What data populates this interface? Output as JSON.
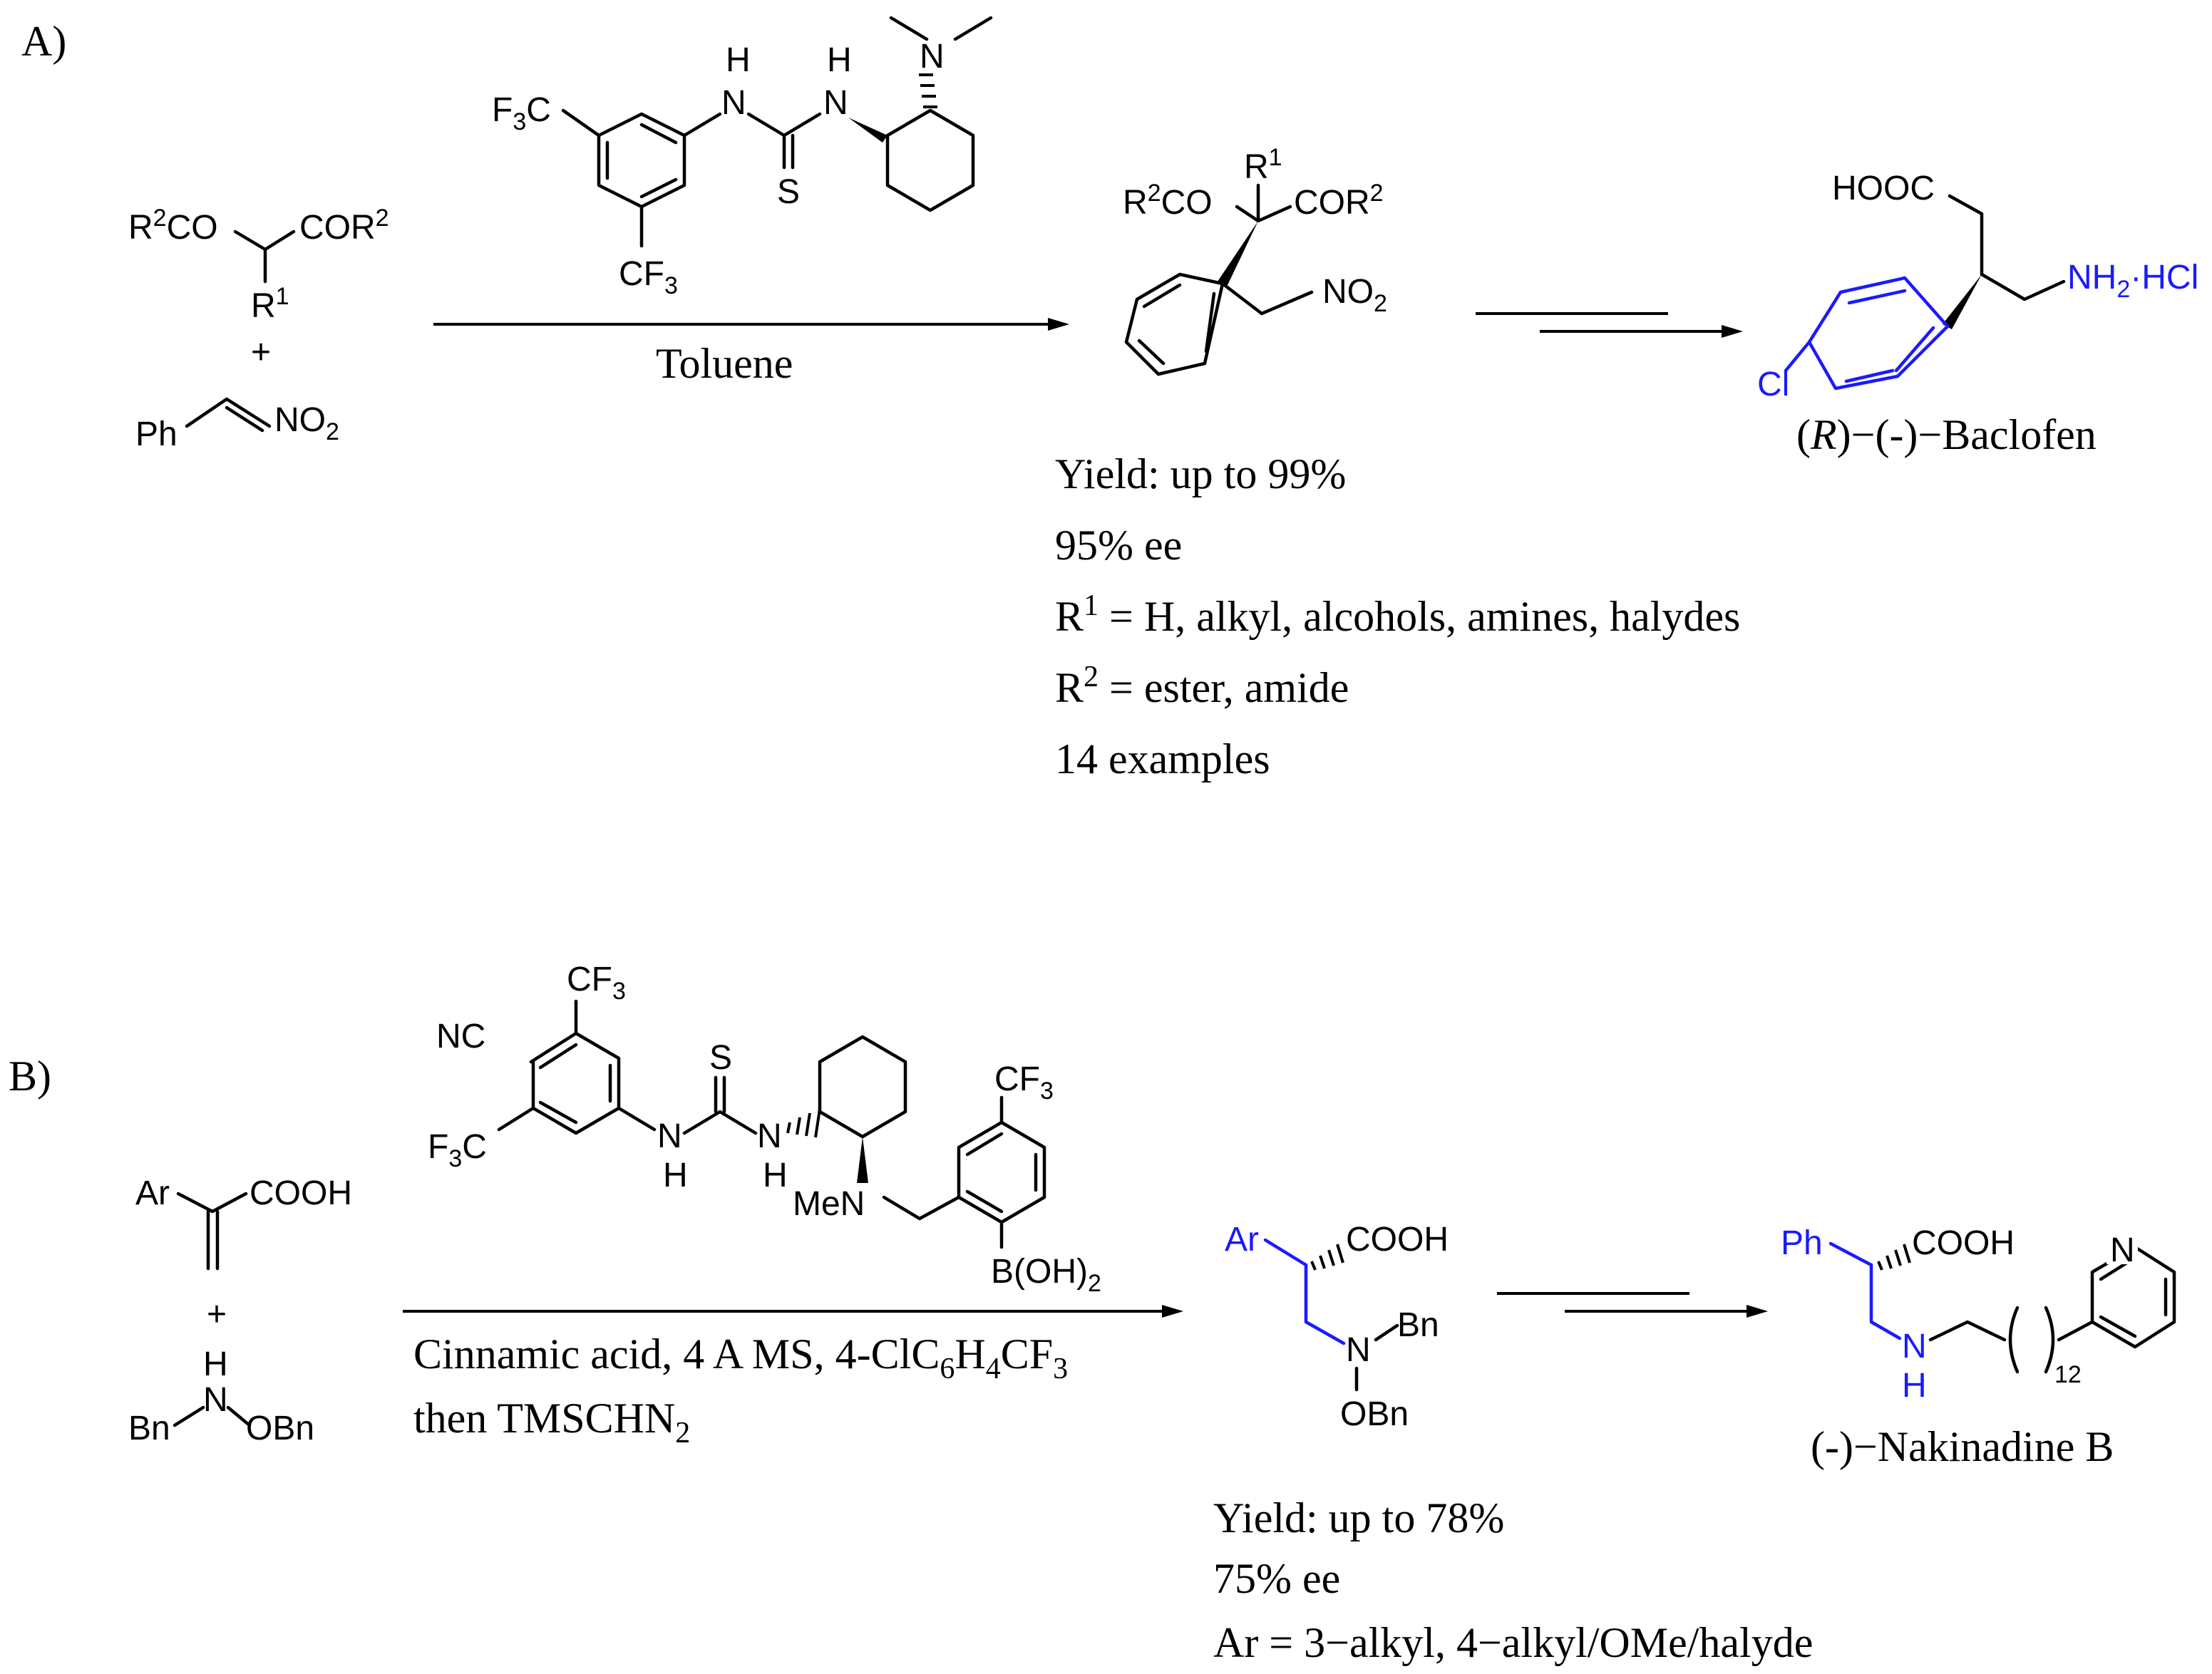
{
  "panel_a": {
    "label": "A)",
    "reactant1": {
      "left": "R",
      "left_sup": "2",
      "left_tail": "CO",
      "right": "COR",
      "right_sup": "2",
      "sub": "R",
      "sub_sup": "1"
    },
    "plus": "+",
    "reactant2": {
      "left": "Ph",
      "right": "NO",
      "right_sub": "2"
    },
    "catalyst": {
      "cf3_top": "F",
      "cf3_top_sub": "3",
      "cf3_top_tail": "C",
      "cf3_bottom": "CF",
      "cf3_bottom_sub": "3",
      "nh1": "H",
      "n1": "N",
      "nh2": "H",
      "n2": "N",
      "s": "S",
      "nme2": "N"
    },
    "solvent": "Toluene",
    "product": {
      "left": "R",
      "left_sup": "2",
      "left_tail": "CO",
      "r1": "R",
      "r1_sup": "1",
      "right": "COR",
      "right_sup": "2",
      "no2": "NO",
      "no2_sub": "2"
    },
    "results": {
      "yield": "Yield: up to 99%",
      "ee": "95% ee",
      "r1_head": "R",
      "r1_sup": "1",
      "r1_tail": " = H, alkyl, alcohols, amines, halydes",
      "r2_head": "R",
      "r2_sup": "2",
      "r2_tail": " = ester, amide",
      "examples": "14 examples"
    },
    "target": {
      "hooc": "HOOC",
      "amine": "NH",
      "amine_sub": "2",
      "amine_tail": "·HCl",
      "cl": "Cl",
      "name_open": "(",
      "name_italic": "R",
      "name_rest": ")−(-)−Baclofen"
    }
  },
  "panel_b": {
    "label": "B)",
    "reactant1": {
      "ar": "Ar",
      "cooh": "COOH"
    },
    "plus": "+",
    "reactant2": {
      "h": "H",
      "n": "N",
      "left": "Bn",
      "right": "OBn"
    },
    "catalyst": {
      "cf3_top": "CF",
      "cf3_top_sub": "3",
      "nc": "NC",
      "cf3_left": "F",
      "cf3_left_sub": "3",
      "cf3_left_tail": "C",
      "s": "S",
      "n1": "N",
      "h1": "H",
      "n2": "N",
      "h2": "H",
      "men": "MeN",
      "cf3_right": "CF",
      "cf3_right_sub": "3",
      "boronic": "B(OH)",
      "boronic_sub": "2"
    },
    "conditions": {
      "line1_a": "Cinnamic acid, 4 A MS, 4-ClC",
      "sub1": "6",
      "h": "H",
      "sub2": "4",
      "cf": "CF",
      "sub3": "3",
      "line2_a": "then TMSCHN",
      "sub4": "2"
    },
    "product": {
      "ar": "Ar",
      "cooh": "COOH",
      "n": "N",
      "bn": "Bn",
      "obn": "OBn"
    },
    "results": {
      "yield": "Yield: up to 78%",
      "ee": "75% ee",
      "ar": "Ar = 3−alkyl, 4−alkyl/OMe/halyde"
    },
    "target": {
      "ph": "Ph",
      "cooh": "COOH",
      "n": "N",
      "h": "H",
      "count": "12",
      "pyr_n": "N",
      "name": "(-)−Nakinadine B"
    }
  }
}
